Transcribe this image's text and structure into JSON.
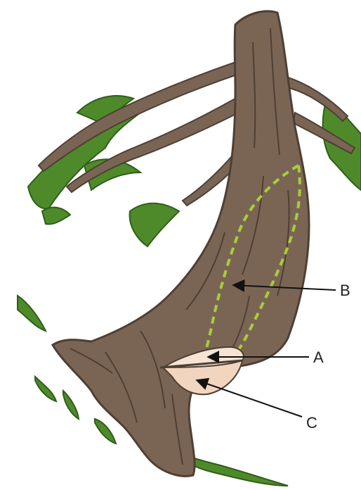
{
  "labels": {
    "a": "A",
    "b": "B",
    "c": "C"
  },
  "colors": {
    "bark": "#7a6555",
    "bark_dark": "#4e3f34",
    "foliage": "#4f8a2a",
    "foliage_dark": "#2f5e1a",
    "guide_line": "#a9cc3a",
    "cut_light": "#f6e3d3",
    "cut_shadow": "#f2d5bf",
    "leader": "#111111"
  },
  "icons": {
    "tree": "leaning-tree-illustration",
    "arrow": "arrowhead"
  }
}
